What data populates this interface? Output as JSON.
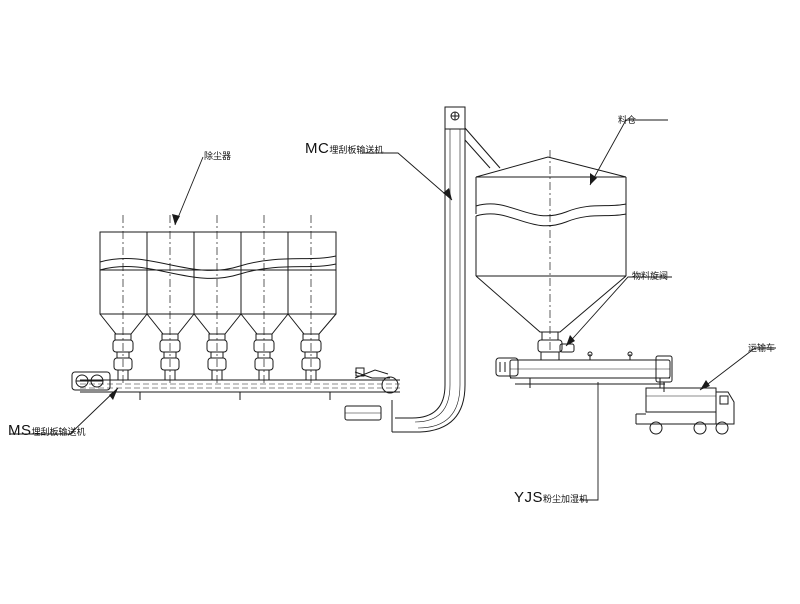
{
  "labels": {
    "dust_collector": "除尘器",
    "mc_code": "MC",
    "mc_name": "埋刮板输送机",
    "silo": "料仓",
    "rotary_valve": "物料旋阀",
    "truck": "运输车",
    "ms_code": "MS",
    "ms_name": "埋刮板输送机",
    "yjs_code": "YJS",
    "yjs_name": "粉尘加湿机"
  },
  "colors": {
    "ink": "#1a1a1a",
    "background": "#ffffff"
  }
}
